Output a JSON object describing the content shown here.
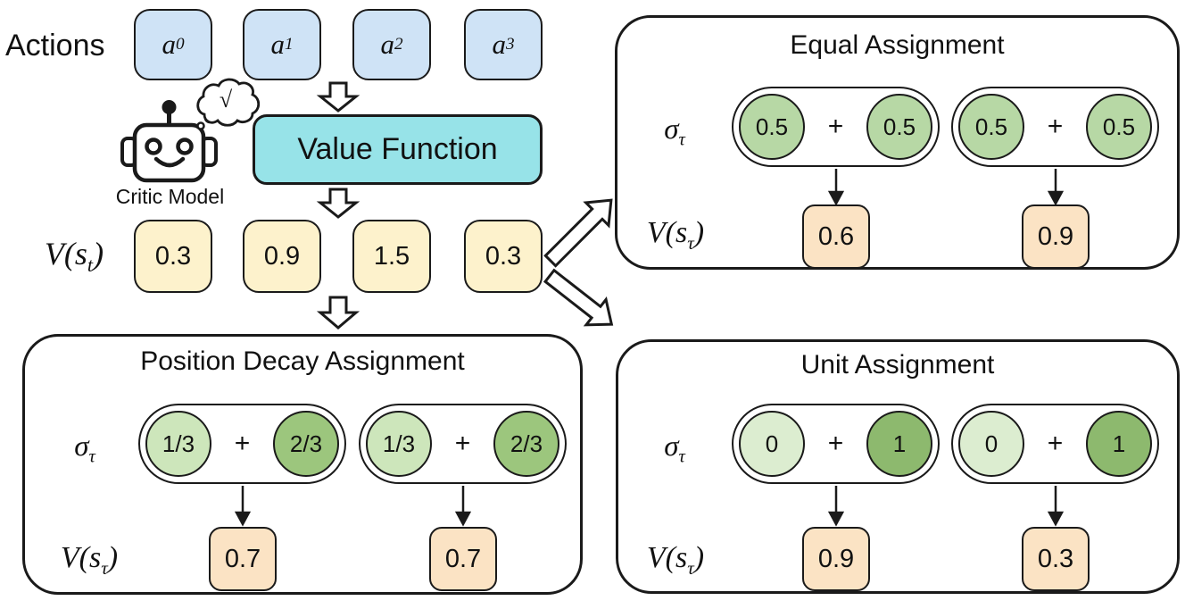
{
  "symbols": {
    "plus": "+",
    "check": "√"
  },
  "left_section": {
    "actions_label": "Actions",
    "action_items": [
      {
        "base": "a",
        "sub": "0"
      },
      {
        "base": "a",
        "sub": "1"
      },
      {
        "base": "a",
        "sub": "2"
      },
      {
        "base": "a",
        "sub": "3"
      }
    ],
    "critic_label": "Critic Model",
    "value_function_label": "Value Function",
    "v_row_label": {
      "open": "V(s",
      "sub": "t",
      "close": ")"
    },
    "v_values": [
      "0.3",
      "0.9",
      "1.5",
      "0.3"
    ]
  },
  "panels": {
    "equal": {
      "title": "Equal Assignment",
      "sigma": {
        "base": "σ",
        "sub": "τ"
      },
      "v_label": {
        "open": "V(s",
        "sub": "τ",
        "close": ")"
      },
      "weight_colors": [
        "#b7d8a5",
        "#b7d8a5"
      ],
      "groups": [
        {
          "weights": [
            "0.5",
            "0.5"
          ],
          "result": "0.6"
        },
        {
          "weights": [
            "0.5",
            "0.5"
          ],
          "result": "0.9"
        }
      ]
    },
    "position_decay": {
      "title": "Position Decay Assignment",
      "sigma": {
        "base": "σ",
        "sub": "τ"
      },
      "v_label": {
        "open": "V(s",
        "sub": "τ",
        "close": ")"
      },
      "weight_colors": [
        "#cde6bb",
        "#9cc67d"
      ],
      "groups": [
        {
          "weights": [
            "1/3",
            "2/3"
          ],
          "result": "0.7"
        },
        {
          "weights": [
            "1/3",
            "2/3"
          ],
          "result": "0.7"
        }
      ]
    },
    "unit": {
      "title": "Unit Assignment",
      "sigma": {
        "base": "σ",
        "sub": "τ"
      },
      "v_label": {
        "open": "V(s",
        "sub": "τ",
        "close": ")"
      },
      "weight_colors": [
        "#dcedd0",
        "#8db96e"
      ],
      "groups": [
        {
          "weights": [
            "0",
            "1"
          ],
          "result": "0.9"
        },
        {
          "weights": [
            "0",
            "1"
          ],
          "result": "0.3"
        }
      ]
    }
  },
  "colors": {
    "action_box": "#cfe3f6",
    "value_function_box": "#97e3e8",
    "value_box": "#fdf2cc",
    "result_box": "#fbe3c4",
    "outline": "#1a1a1a"
  }
}
